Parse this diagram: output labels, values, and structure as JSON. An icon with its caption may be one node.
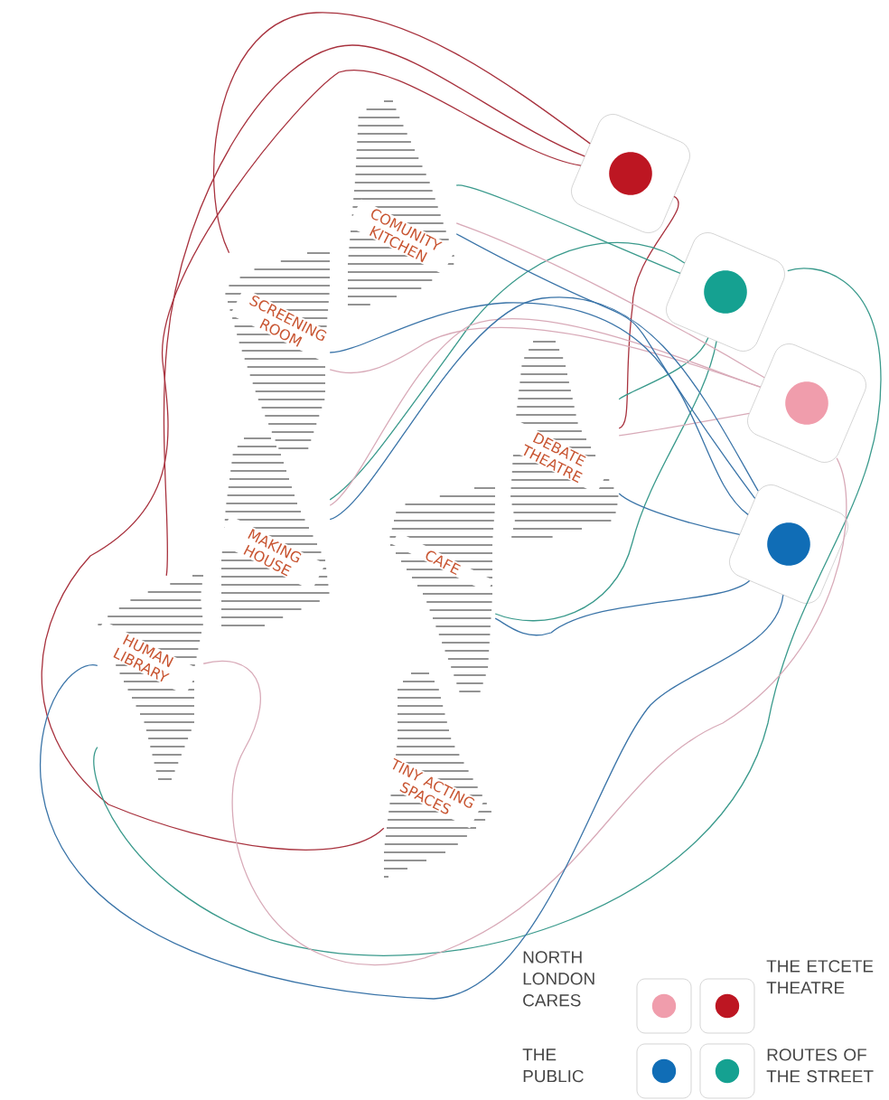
{
  "diagram": {
    "nodes": [
      {
        "text": [
          "COMUNITY KITCHEN"
        ]
      },
      {
        "text": [
          "SCREENING ROOM"
        ]
      },
      {
        "text": [
          "DEBATE THEATRE"
        ]
      },
      {
        "text": [
          "MAKING HOUSE"
        ]
      },
      {
        "text": [
          "CAFE"
        ]
      },
      {
        "text": [
          "HUMAN LIBRARY"
        ]
      },
      {
        "text": [
          "TINY ACTING SPACES"
        ]
      },
      {
        "text": [],
        "shape": "circle"
      },
      {
        "text": [],
        "shape": "circle"
      },
      {
        "text": [],
        "shape": "circle"
      },
      {
        "text": [],
        "shape": "circle"
      }
    ],
    "edges": [
      {
        "from": 7,
        "to": 1,
        "arrow": "none",
        "color": "#a8323e"
      },
      {
        "from": 7,
        "to": 5,
        "arrow": "none",
        "color": "#a8323e"
      },
      {
        "from": 7,
        "to": 6,
        "arrow": "none",
        "color": "#a8323e"
      },
      {
        "from": 7,
        "to": 2,
        "arrow": "none",
        "color": "#a8323e"
      },
      {
        "from": 8,
        "to": 0,
        "arrow": "none",
        "color": "#3a9a8c"
      },
      {
        "from": 8,
        "to": 2,
        "arrow": "none",
        "color": "#3a9a8c"
      },
      {
        "from": 8,
        "to": 4,
        "arrow": "none",
        "color": "#3a9a8c"
      },
      {
        "from": 8,
        "to": 3,
        "arrow": "none",
        "color": "#3a9a8c"
      },
      {
        "from": 8,
        "to": 5,
        "arrow": "none",
        "color": "#3a9a8c"
      },
      {
        "from": 9,
        "to": 0,
        "arrow": "none",
        "color": "#d8aab8"
      },
      {
        "from": 9,
        "to": 1,
        "arrow": "none",
        "color": "#d8aab8"
      },
      {
        "from": 9,
        "to": 3,
        "arrow": "none",
        "color": "#d8aab8"
      },
      {
        "from": 9,
        "to": 2,
        "arrow": "none",
        "color": "#d8aab8"
      },
      {
        "from": 9,
        "to": 5,
        "arrow": "none",
        "color": "#d8aab8"
      },
      {
        "from": 10,
        "to": 0,
        "arrow": "none",
        "color": "#3a74a8"
      },
      {
        "from": 10,
        "to": 1,
        "arrow": "none",
        "color": "#3a74a8"
      },
      {
        "from": 10,
        "to": 3,
        "arrow": "none",
        "color": "#3a74a8"
      },
      {
        "from": 10,
        "to": 2,
        "arrow": "none",
        "color": "#3a74a8"
      },
      {
        "from": 10,
        "to": 4,
        "arrow": "none",
        "color": "#3a74a8"
      },
      {
        "from": 10,
        "to": 5,
        "arrow": "none",
        "color": "#3a74a8"
      }
    ],
    "legend": [
      {
        "text": "NORTH LONDON CARES",
        "color": "#f09dac"
      },
      {
        "text": "THE ETCETE THEATRE",
        "color": "#bd1622"
      },
      {
        "text": "THE PUBLIC",
        "color": "#106db6"
      },
      {
        "text": "ROUTES OF THE STREET",
        "color": "#15a191"
      }
    ]
  }
}
